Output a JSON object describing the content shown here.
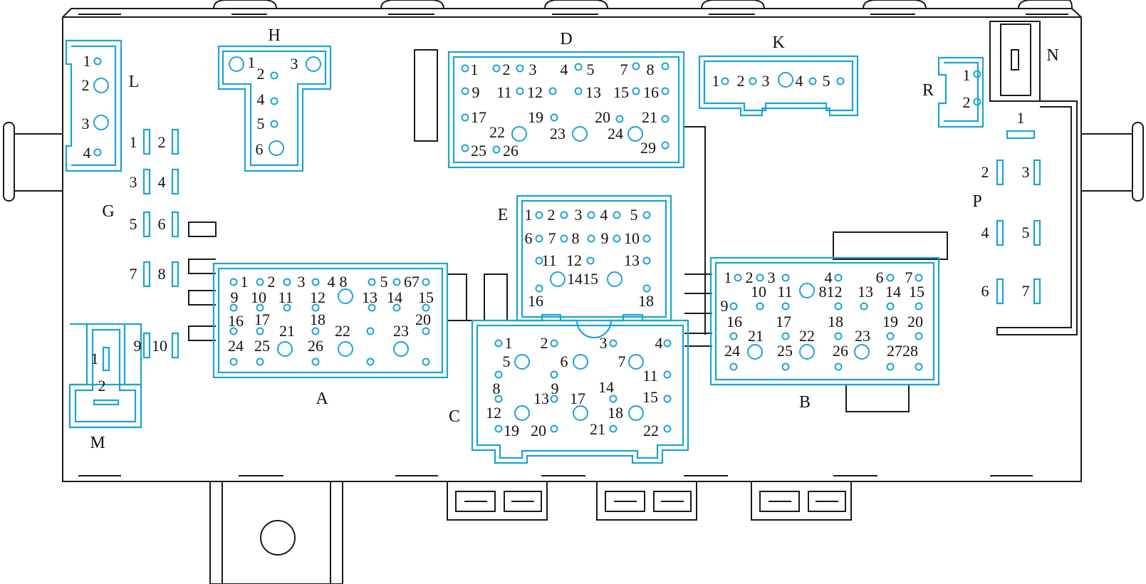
{
  "colors": {
    "outline": "#1a1a1a",
    "connector": "#1ba3d6",
    "background": "#ffffff"
  },
  "connectors": {
    "A": {
      "name": "A",
      "pins": [
        "1",
        "2",
        "3",
        "4",
        "8",
        "5",
        "67",
        "9",
        "10",
        "11",
        "12",
        "13",
        "14",
        "15",
        "16",
        "17",
        "18",
        "20",
        "21",
        "22",
        "23",
        "24",
        "25",
        "26"
      ]
    },
    "B": {
      "name": "B",
      "pins": [
        "1",
        "2",
        "3",
        "4",
        "6",
        "7",
        "10",
        "11",
        "812",
        "13",
        "14",
        "15",
        "9",
        "16",
        "17",
        "18",
        "19",
        "20",
        "21",
        "22",
        "23",
        "24",
        "25",
        "26",
        "2728"
      ]
    },
    "C": {
      "name": "C",
      "pins": [
        "1",
        "2",
        "3",
        "4",
        "5",
        "6",
        "7",
        "8",
        "9",
        "11",
        "12",
        "13",
        "14",
        "15",
        "17",
        "18",
        "19",
        "20",
        "21",
        "22"
      ]
    },
    "D": {
      "name": "D",
      "pins": [
        "1",
        "2",
        "3",
        "4",
        "5",
        "7",
        "8",
        "9",
        "11",
        "12",
        "13",
        "15",
        "16",
        "17",
        "19",
        "20",
        "21",
        "22",
        "23",
        "24",
        "25",
        "26",
        "29"
      ]
    },
    "E": {
      "name": "E",
      "pins": [
        "1",
        "2",
        "3",
        "4",
        "5",
        "6",
        "7",
        "8",
        "9",
        "10",
        "11",
        "12",
        "13",
        "1415",
        "16",
        "18"
      ]
    },
    "G": {
      "name": "G",
      "pins": [
        "1",
        "2",
        "3",
        "4",
        "5",
        "6",
        "7",
        "8",
        "9",
        "10"
      ]
    },
    "H": {
      "name": "H",
      "pins": [
        "1",
        "2",
        "3",
        "4",
        "5",
        "6"
      ]
    },
    "K": {
      "name": "K",
      "pins": [
        "1",
        "2",
        "3",
        "4",
        "5"
      ]
    },
    "L": {
      "name": "L",
      "pins": [
        "1",
        "2",
        "3",
        "4"
      ]
    },
    "M": {
      "name": "M",
      "pins": [
        "1",
        "2"
      ]
    },
    "N": {
      "name": "N"
    },
    "P": {
      "name": "P",
      "pins": [
        "1",
        "2",
        "3",
        "4",
        "5",
        "6",
        "7"
      ]
    },
    "R": {
      "name": "R",
      "pins": [
        "1",
        "2"
      ]
    }
  }
}
